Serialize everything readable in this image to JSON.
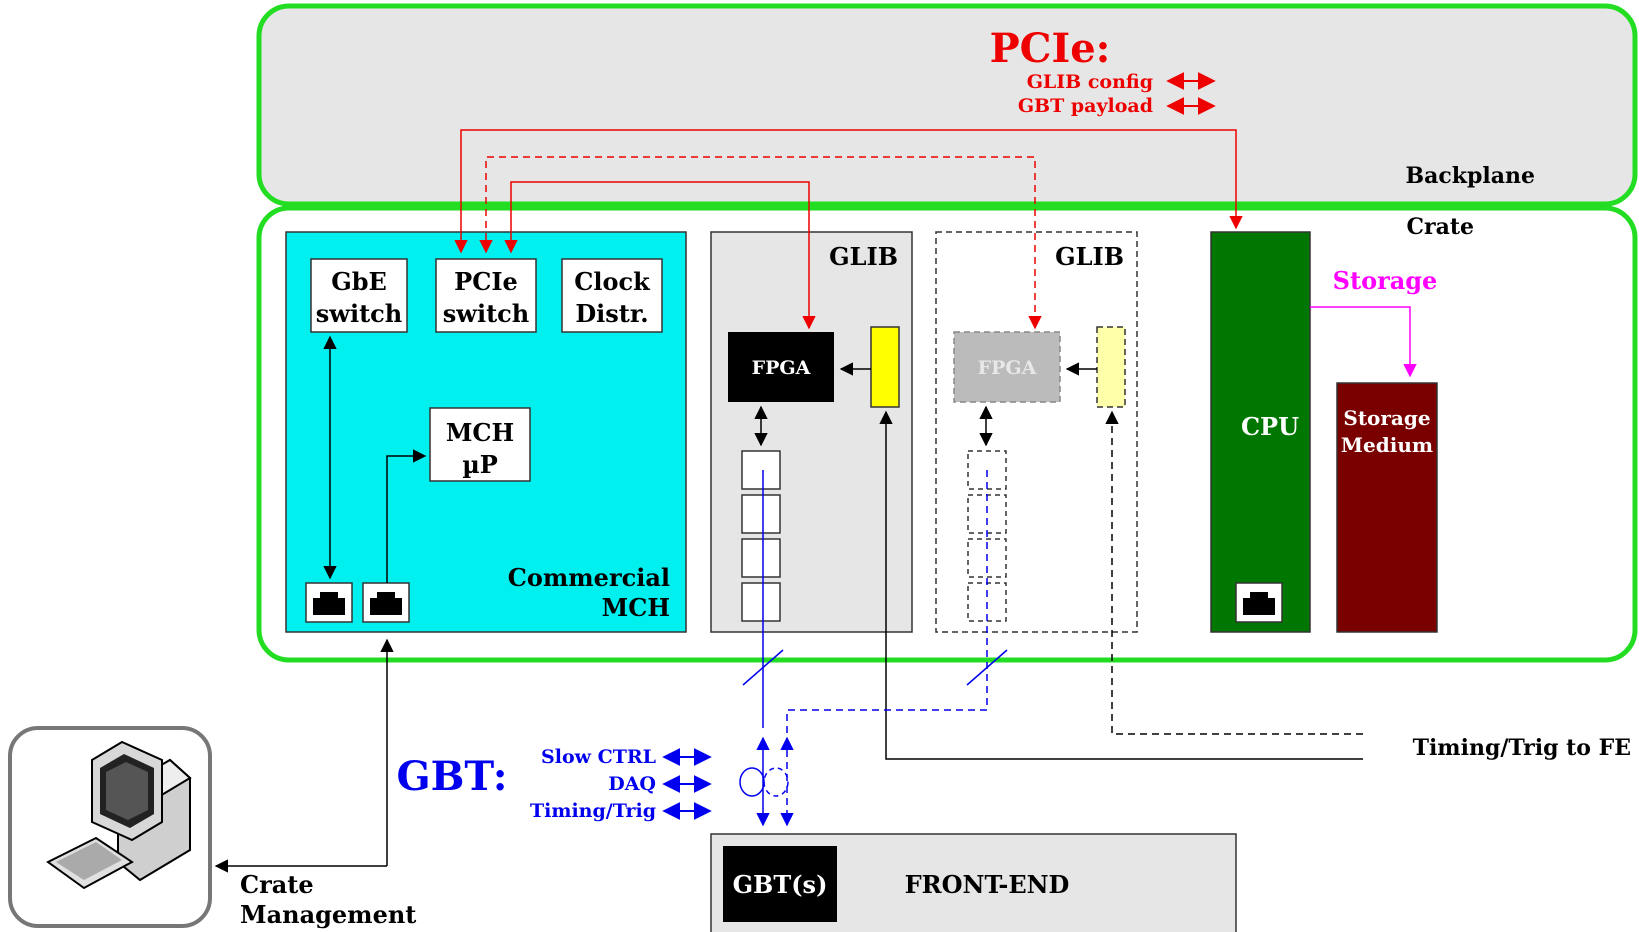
{
  "pcie": {
    "title": "PCIe:",
    "legend": [
      {
        "label": "GLIB config",
        "style": "solid"
      },
      {
        "label": "GBT payload",
        "style": "dashed"
      }
    ]
  },
  "backplane": {
    "label": "Backplane"
  },
  "crate": {
    "label": "Crate"
  },
  "mch": {
    "label_line1": "Commercial",
    "label_line2": "MCH",
    "gbe_switch": [
      "GbE",
      "switch"
    ],
    "pcie_switch": [
      "PCIe",
      "switch"
    ],
    "clock_distr": [
      "Clock",
      "Distr."
    ],
    "mch_up": [
      "MCH",
      "µP"
    ]
  },
  "glib1": {
    "label": "GLIB",
    "fpga": "FPGA"
  },
  "glib2": {
    "label": "GLIB",
    "fpga": "FPGA"
  },
  "cpu": {
    "label": "CPU"
  },
  "storage": {
    "label": "Storage",
    "medium": [
      "Storage",
      "Medium"
    ]
  },
  "timing_fe": {
    "label": "Timing/Trig to FE"
  },
  "gbt": {
    "title": "GBT:",
    "legend": [
      {
        "label": "Slow CTRL"
      },
      {
        "label": "DAQ"
      },
      {
        "label": "Timing/Trig"
      }
    ]
  },
  "frontend": {
    "gbt": "GBT(s)",
    "label": "FRONT-END"
  },
  "crate_mgmt": {
    "line1": "Crate",
    "line2": "Management"
  },
  "colors": {
    "green_border": "#22dd22",
    "backplane_fill": "#e6e6e6",
    "mch_fill": "#00f0f0",
    "pcie_red": "#ee0000",
    "gbt_blue": "#0000ee",
    "cpu_green": "#007700",
    "storage_maroon": "#7a0000",
    "storage_magenta": "#ff00ff",
    "sfp_yellow": "#ffff00"
  }
}
